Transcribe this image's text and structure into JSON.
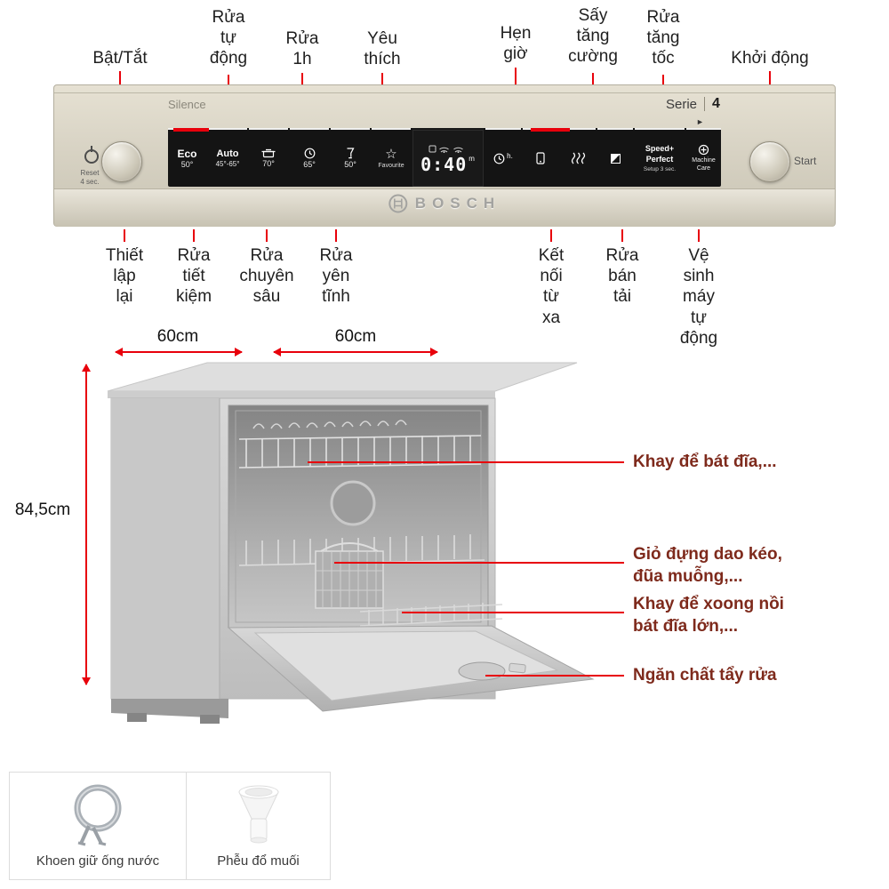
{
  "top_callouts": [
    "Bật/Tắt",
    "Rửa\ntự\nđộng",
    "Rửa\n1h",
    "Yêu\nthích",
    "Hẹn\ngiờ",
    "Sấy\ntăng\ncường",
    "Rửa\ntăng\ntốc",
    "Khởi động"
  ],
  "bottom_callouts": [
    "Thiết\nlập\nlại",
    "Rửa\ntiết\nkiệm",
    "Rửa\nchuyên\nsâu",
    "Rửa\nyên\ntĩnh",
    "Kết\nnối\ntừ\nxa",
    "Rửa\nbán\ntải",
    "Vệ\nsinh\nmáy\ntự\nđộng"
  ],
  "panel": {
    "silence": "Silence",
    "serie_label": "Serie",
    "serie_number": "4",
    "reset_line1": "Reset",
    "reset_line2": "4 sec.",
    "start": "Start",
    "run_marker": "►",
    "eco": "Eco",
    "eco_temp": "50°",
    "auto": "Auto",
    "auto_temp": "45°-65°",
    "intensive_temp": "70°",
    "hour_temp": "65°",
    "quiet_temp": "50°",
    "favourite": "Favourite",
    "star_glyph": "☆",
    "time": "0:40",
    "time_unit": "m",
    "timer_unit": "h.",
    "speed1": "Speed+",
    "speed2": "Perfect",
    "speed3": "Setup 3 sec.",
    "machine_care": "Machine Care",
    "brand": "BOSCH"
  },
  "dimensions": {
    "depth": "60cm",
    "width": "60cm",
    "height": "84,5cm"
  },
  "part_callouts": [
    "Khay để bát đĩa,...",
    "Giỏ đựng dao kéo,\nđũa muỗng,...",
    "Khay để xoong nồi\nbát đĩa lớn,...",
    "Ngăn chất tẩy rửa"
  ],
  "accessories": [
    "Khoen giữ ống nước",
    "Phễu đổ muối"
  ],
  "icons": {
    "power": "power-icon",
    "timer": "timer-clock-icon",
    "remote": "remote-phone-icon",
    "extra_dry": "extra-dry-steam-icon",
    "half_load": "half-load-icon",
    "favourite": "star-icon",
    "wifi": "wifi-icon",
    "hose_clamp": "hose-clamp-icon",
    "salt_funnel": "salt-funnel-icon"
  },
  "colors": {
    "accent_red": "#e8000b",
    "part_label_text": "#7e2a1c",
    "label_text": "#1f1f1f",
    "panel_champagne": "#d8d3c4"
  }
}
